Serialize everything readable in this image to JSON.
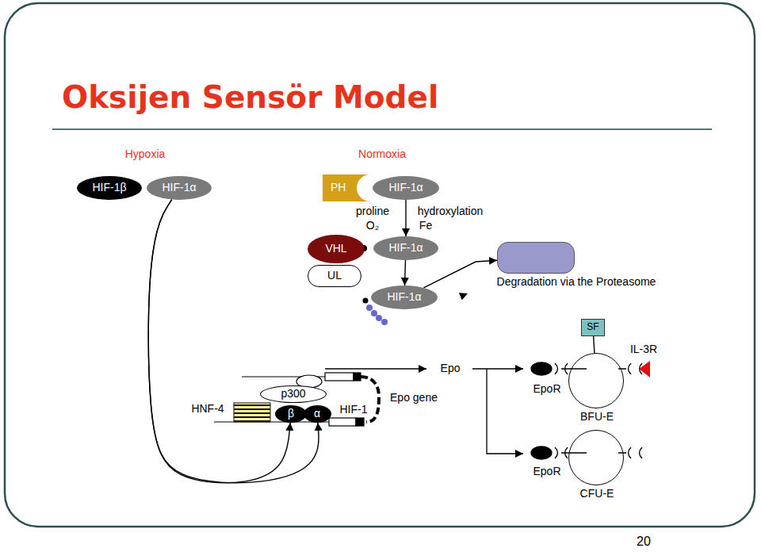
{
  "diagram": {
    "title": "Oksijen Sensör Model",
    "nodes": [
      {
        "text": [
          "HIF-1β"
        ]
      },
      {
        "text": [
          "HIF-1α"
        ]
      },
      {
        "text": [
          "PH"
        ]
      },
      {
        "text": [
          "HIF-1α"
        ]
      },
      {
        "text": [
          "VHL"
        ]
      },
      {
        "text": [
          "HIF-1α"
        ]
      },
      {
        "text": [
          "UL"
        ]
      },
      {
        "text": [
          "HIF-1α"
        ]
      },
      {
        "text": [
          "Degradation via the Proteasome"
        ]
      },
      {
        "text": [
          "SF"
        ]
      },
      {
        "text": [
          "p300"
        ]
      },
      {
        "text": [
          "β"
        ]
      },
      {
        "text": [
          "α"
        ]
      },
      {
        "text": [
          "BFU-E"
        ]
      },
      {
        "text": [
          "CFU-E"
        ]
      }
    ],
    "edges": [
      {
        "from": 1,
        "to": 11,
        "arrow": "to"
      },
      {
        "from": 1,
        "to": 12,
        "arrow": "to"
      },
      {
        "from": 3,
        "to": 5,
        "arrow": "to"
      },
      {
        "from": 5,
        "to": 7,
        "arrow": "to"
      },
      {
        "from": 7,
        "to": 8,
        "arrow": "to"
      },
      {
        "from": 9,
        "to": 13,
        "arrow": "none"
      }
    ],
    "labels": [
      "Hypoxia",
      "Normoxia",
      "proline",
      "hydroxylation",
      "O₂",
      "Fe",
      "Epo",
      "Epo gene",
      "HNF-4",
      "HIF-1",
      "EpoR",
      "IL-3R",
      "EpoR",
      "20"
    ]
  }
}
